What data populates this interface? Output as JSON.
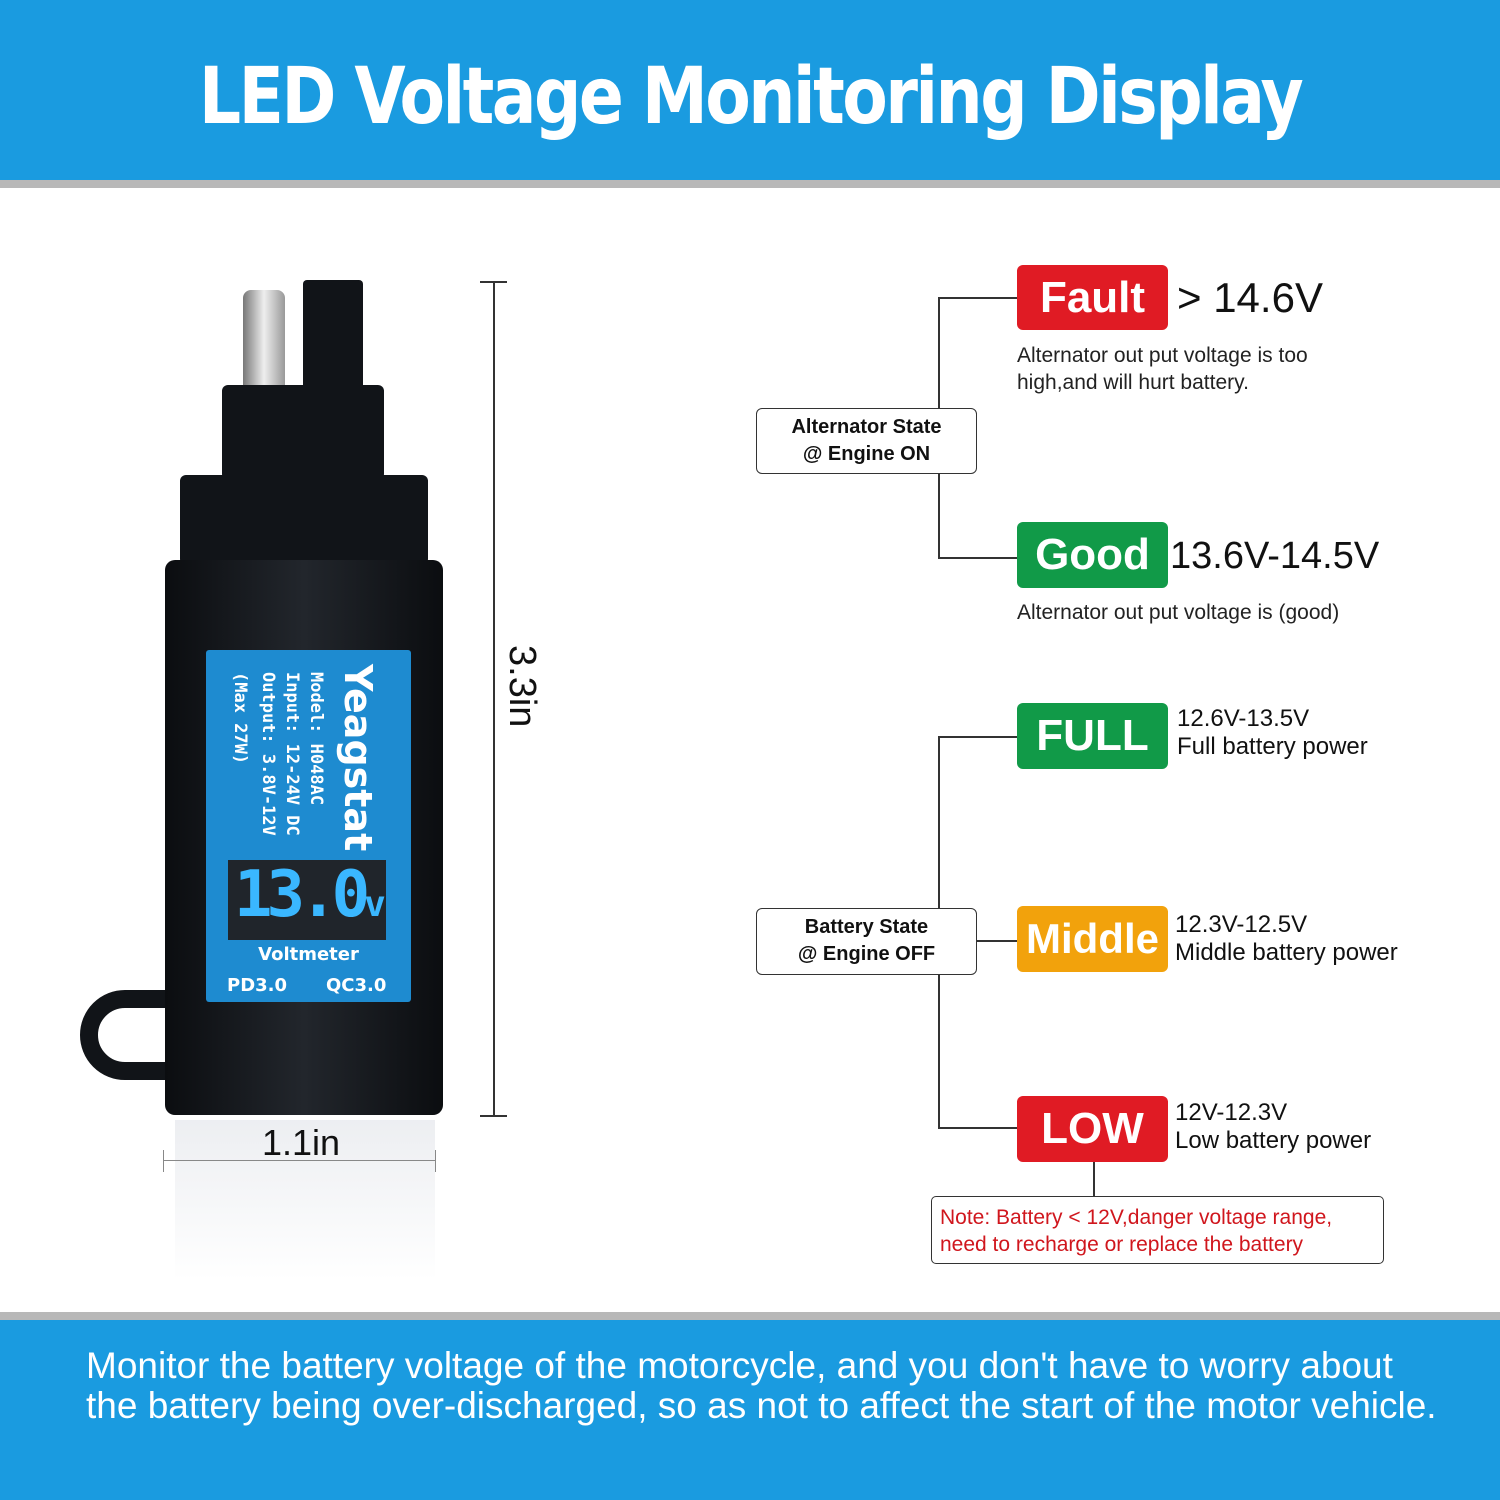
{
  "header": {
    "title": "LED Voltage Monitoring Display"
  },
  "device": {
    "brand": "Yeagstat",
    "model": "Model: H048AC",
    "input": "Input: 12-24V DC",
    "output": "Output: 3.8V-12V",
    "max": "(Max 27W)",
    "reading": "13.0",
    "unit": "v",
    "voltmeter": "Voltmeter",
    "pd": "PD3.0",
    "qc": "QC3.0",
    "height": "3.3in",
    "width": "1.1in"
  },
  "alternator": {
    "title": "Alternator State",
    "subtitle": "@ Engine ON",
    "fault": {
      "label": "Fault",
      "range": "> 14.6V",
      "desc1": "Alternator out put voltage is too",
      "desc2": "high,and will hurt battery."
    },
    "good": {
      "label": "Good",
      "range": "13.6V-14.5V",
      "desc": "Alternator out put voltage is (good)"
    }
  },
  "battery": {
    "title": "Battery State",
    "subtitle": "@ Engine OFF",
    "full": {
      "label": "FULL",
      "range": "12.6V-13.5V",
      "desc": "Full battery power"
    },
    "middle": {
      "label": "Middle",
      "range": "12.3V-12.5V",
      "desc": "Middle battery power"
    },
    "low": {
      "label": "LOW",
      "range": "12V-12.3V",
      "desc": "Low battery power"
    },
    "note1": "Note: Battery < 12V,danger voltage range,",
    "note2": "need to recharge or replace the battery"
  },
  "footer": {
    "text": "Monitor the battery voltage of the motorcycle, and you don't have to worry about the battery being over-discharged, so as not to affect the start of the motor vehicle."
  },
  "colors": {
    "blue": "#1a9be0",
    "red": "#e01b24",
    "green": "#119a48",
    "orange": "#f2a20c"
  }
}
